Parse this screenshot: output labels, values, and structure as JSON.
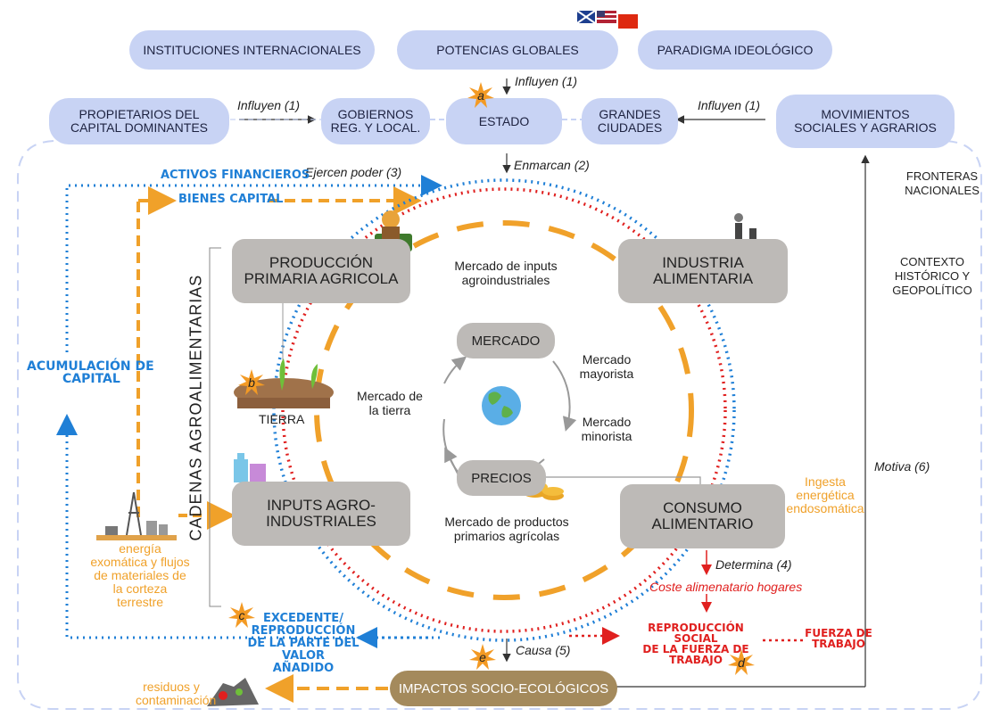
{
  "top": {
    "instituciones": "INSTITUCIONES INTERNACIONALES",
    "potencias": "POTENCIAS GLOBALES",
    "paradigma": "PARADIGMA IDEOLÓGICO"
  },
  "actors": {
    "propietarios_l1": "PROPIETARIOS DEL",
    "propietarios_l2": "CAPITAL DOMINANTES",
    "gobiernos_l1": "GOBIERNOS",
    "gobiernos_l2": "REG. Y LOCAL.",
    "estado": "ESTADO",
    "grandes_l1": "GRANDES",
    "grandes_l2": "CIUDADES",
    "movimientos_l1": "MOVIMIENTOS",
    "movimientos_l2": "SOCIALES Y AGRARIOS"
  },
  "relations": {
    "influyen_top": "Influyen (1)",
    "influyen_left": "Influyen (1)",
    "influyen_right": "Influyen (1)",
    "enmarcan": "Enmarcan (2)",
    "ejercen": "Ejercen poder (3)",
    "determina": "Determina (4)",
    "causa": "Causa (5)",
    "motiva": "Motiva (6)"
  },
  "context": {
    "fronteras_l1": "FRONTERAS",
    "fronteras_l2": "NACIONALES",
    "contexto_l1": "CONTEXTO",
    "contexto_l2": "HISTÓRICO Y",
    "contexto_l3": "GEOPOLÍTICO"
  },
  "capital": {
    "activos": "ACTIVOS FINANCIEROS",
    "bienes": "BIENES CAPITAL",
    "acumulacion_l1": "ACUMULACIÓN DE",
    "acumulacion_l2": "CAPITAL"
  },
  "chain": {
    "vertical": "CADENAS AGROALIMENTARIAS",
    "produccion_l1": "PRODUCCIÓN",
    "produccion_l2": "PRIMARIA AGRICOLA",
    "industria_l1": "INDUSTRIA",
    "industria_l2": "ALIMENTARIA",
    "inputs_l1": "INPUTS AGRO-",
    "inputs_l2": "INDUSTRIALES",
    "consumo_l1": "CONSUMO",
    "consumo_l2": "ALIMENTARIO",
    "tierra": "TIERRA"
  },
  "markets": {
    "inputs_l1": "Mercado de inputs",
    "inputs_l2": "agroindustriales",
    "mercado": "MERCADO",
    "mayorista_l1": "Mercado",
    "mayorista_l2": "mayorista",
    "minorista_l1": "Mercado",
    "minorista_l2": "minorista",
    "tierra_l1": "Mercado de",
    "tierra_l2": "la tierra",
    "precios": "PRECIOS",
    "productos_l1": "Mercado de productos",
    "productos_l2": "primarios agrícolas"
  },
  "energy": {
    "exo_l1": "energía",
    "exo_l2": "exomática y flujos",
    "exo_l3": "de materiales de",
    "exo_l4": "la corteza",
    "exo_l5": "terrestre",
    "endo_l1": "Ingesta",
    "endo_l2": "energética",
    "endo_l3": "endosomática"
  },
  "bottom": {
    "excedente_l1": "EXCEDENTE/",
    "excedente_l2": "REPRODUCCIÓN",
    "excedente_l3": "DE LA PARTE DEL VALOR",
    "excedente_l4": "AÑADIDO",
    "coste": "Coste alimenatario hogares",
    "reproduccion_l1": "REPRODUCCIÓN SOCIAL",
    "reproduccion_l2": "DE LA FUERZA DE",
    "reproduccion_l3": "TRABAJO",
    "fuerza_l1": "FUERZA DE",
    "fuerza_l2": "TRABAJO",
    "impactos": "IMPACTOS SOCIO-ECOLÓGICOS",
    "residuos_l1": "residuos y",
    "residuos_l2": "contaminación"
  },
  "markers": {
    "a": "a",
    "b": "b",
    "c": "c",
    "d": "d",
    "e": "e"
  },
  "colors": {
    "pill": "#c8d3f4",
    "gray_box": "#bdbab7",
    "blue": "#1f7fd6",
    "red": "#e0201f",
    "orange": "#f0a12a",
    "brown": "#a48a5c"
  }
}
